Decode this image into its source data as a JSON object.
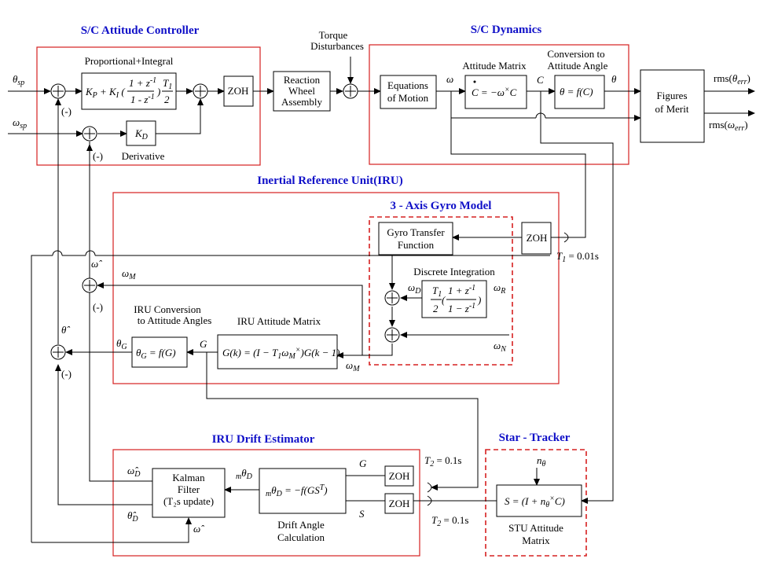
{
  "sections": {
    "controller": "S/C Attitude Controller",
    "dynamics": "S/C Dynamics",
    "iru": "Inertial Reference Unit(IRU)",
    "gyro": "3 - Axis Gyro Model",
    "drift": "IRU Drift Estimator",
    "star": "Star - Tracker"
  },
  "labels": {
    "prop_integral": "Proportional+Integral",
    "derivative": "Derivative",
    "torque_dist_1": "Torque",
    "torque_dist_2": "Disturbances",
    "attitude_matrix": "Attitude Matrix",
    "conversion_1": "Conversion to",
    "conversion_2": "Attitude Angle",
    "discrete_integration": "Discrete Integration",
    "iru_conversion_1": "IRU Conversion",
    "iru_conversion_2": "to Attitude Angles",
    "iru_attitude_matrix": "IRU Attitude Matrix",
    "drift_calc_1": "Drift Angle",
    "drift_calc_2": "Calculation",
    "stu_1": "STU Attitude",
    "stu_2": "Matrix",
    "T1": "T₁ = 0.01s",
    "T2a": "T₂ = 0.1s",
    "T2b": "T₂ = 0.1s",
    "rms_theta": "rms(θerr)",
    "rms_omega": "rms(ωerr)",
    "minus": "(-)"
  },
  "blocks": {
    "zoh": "ZOH",
    "rwa_1": "Reaction",
    "rwa_2": "Wheel",
    "rwa_3": "Assembly",
    "eom_1": "Equations",
    "eom_2": "of Motion",
    "fom_1": "Figures",
    "fom_2": "of Merit",
    "gyro_tf_1": "Gyro Transfer",
    "gyro_tf_2": "Function",
    "kalman_1": "Kalman",
    "kalman_2": "Filter",
    "kalman_3": "(T₂s update)"
  },
  "signals": {
    "theta_sp": "θsp",
    "omega_sp": "ωsp",
    "omega": "ω",
    "C": "C",
    "theta": "θ",
    "omega_M": "ωM",
    "omega_D": "ωD",
    "omega_R": "ωR",
    "omega_N": "ωN",
    "theta_G": "θG",
    "G": "G",
    "S": "S",
    "n_theta": "nθ"
  },
  "colors": {
    "heading": "#1010c8",
    "border": "#d62020"
  }
}
